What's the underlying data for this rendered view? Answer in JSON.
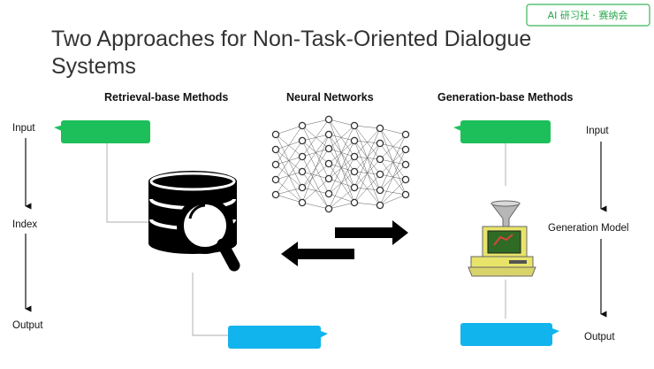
{
  "watermark": "AI 研习社 · 赛纳会",
  "title_line1": "Two Approaches for Non-Task-Oriented Dialogue",
  "title_line2": "Systems",
  "headings": {
    "retrieval": "Retrieval-base Methods",
    "neural": "Neural Networks",
    "generation": "Generation-base Methods"
  },
  "left_flow": {
    "input": "Input",
    "index": "Index",
    "output": "Output"
  },
  "right_flow": {
    "input": "Input",
    "model": "Generation Model",
    "output": "Output"
  },
  "colors": {
    "input_bubble": "#1dbf5a",
    "output_bubble": "#11b4ec",
    "watermark": "#27a54a"
  },
  "icons": [
    "database-search-icon",
    "neural-network-icon",
    "funnel-computer-icon",
    "swap-arrows-icon"
  ]
}
